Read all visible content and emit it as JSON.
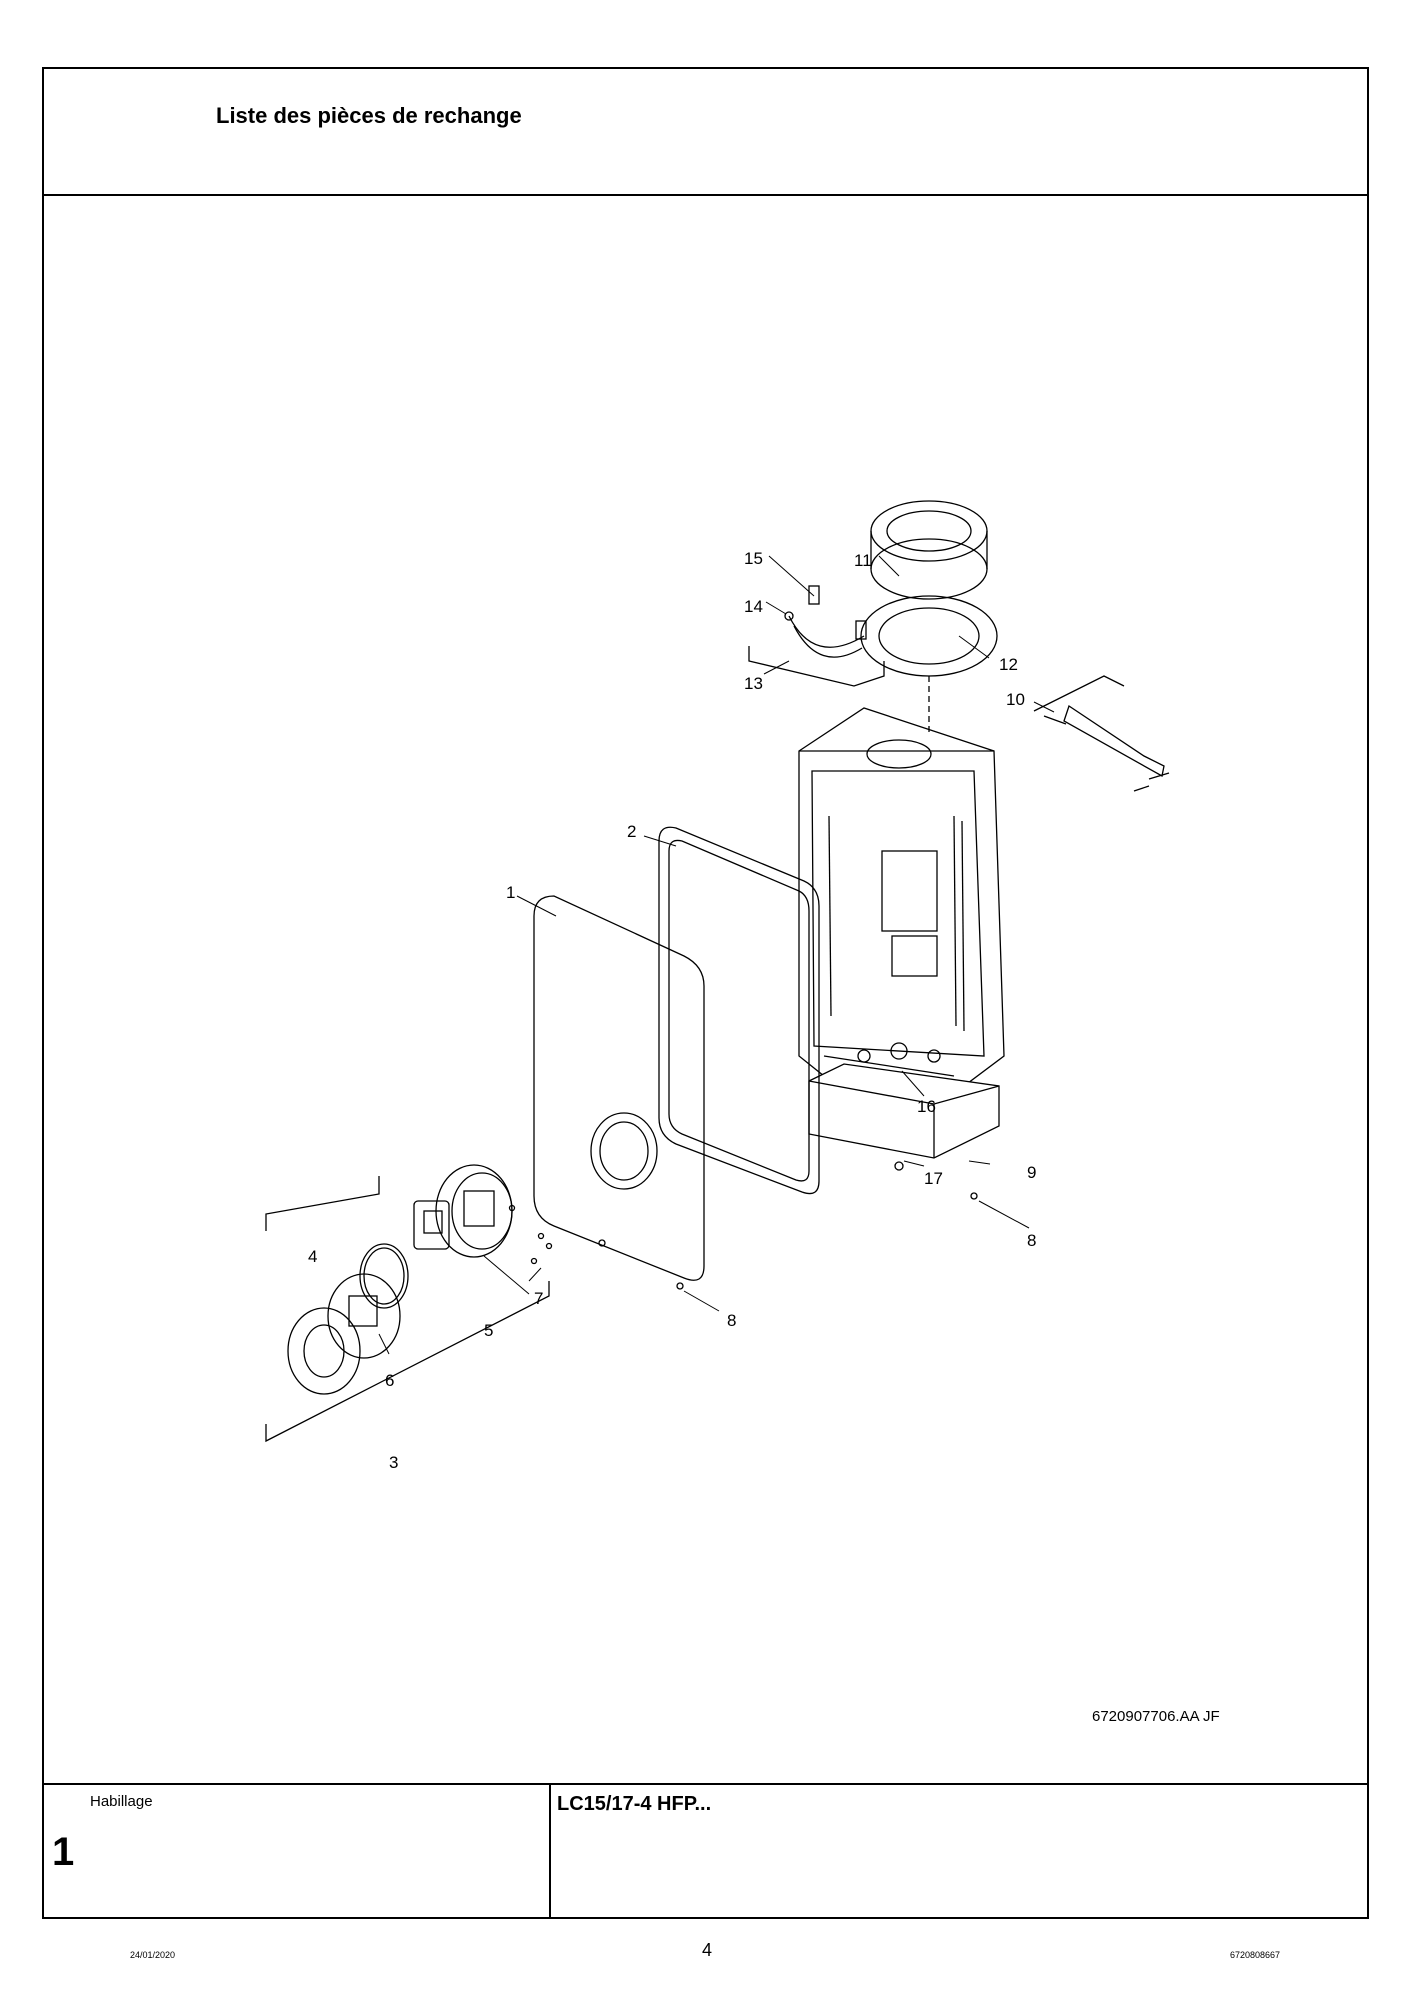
{
  "header": {
    "title": "Liste des pièces de rechange"
  },
  "drawing": {
    "reference": "6720907706.AA   JF",
    "part_labels": [
      "1",
      "2",
      "3",
      "4",
      "5",
      "6",
      "7",
      "8",
      "8",
      "9",
      "10",
      "11",
      "12",
      "13",
      "14",
      "15",
      "16",
      "17"
    ]
  },
  "footer": {
    "group_name": "Habillage",
    "group_number": "1",
    "model": "LC15/17-4 HFP..."
  },
  "page": {
    "date": "24/01/2020",
    "number": "4",
    "doc_number": "6720808667"
  }
}
